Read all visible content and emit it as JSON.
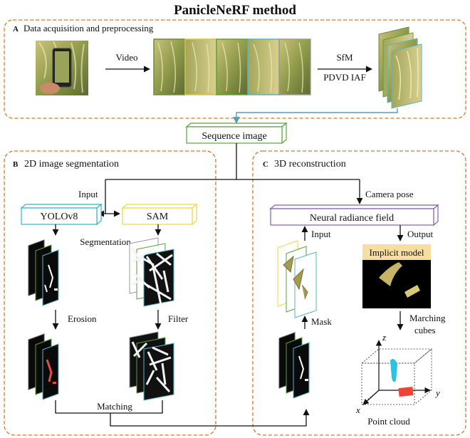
{
  "title": "PanicleNeRF method",
  "panels": {
    "a": {
      "letter": "A",
      "title": "Data acquisition and preprocessing"
    },
    "b": {
      "letter": "B",
      "title": "2D image segmentation"
    },
    "c": {
      "letter": "C",
      "title": "3D reconstruction"
    }
  },
  "labels": {
    "video": "Video",
    "sfm": "SfM",
    "pdvd_iaf": "PDVD IAF",
    "sequence_image": "Sequence image",
    "input_b": "Input",
    "camera_pose": "Camera  pose",
    "yolo": "YOLOv8",
    "sam": "SAM",
    "segmentation": "Segmentation",
    "erosion": "Erosion",
    "filter": "Filter",
    "matching": "Matching",
    "nerf": "Neural radiance field",
    "input_c": "Input",
    "output": "Output",
    "implicit_model": "Implicit model",
    "mask": "Mask",
    "marching_cubes_1": "Marching",
    "marching_cubes_2": "cubes",
    "point_cloud": "Point cloud",
    "axis_z": "z",
    "axis_y": "y",
    "axis_x": "x"
  },
  "colors": {
    "dashed_border": "#d9772e",
    "sequence_box": "#5aa33c",
    "yolo_box": "#35b3c6",
    "sam_box": "#f0d64a",
    "nerf_box": "#8a5ab4",
    "arrow_teal": "#5a9bb5",
    "implicit_bg": "#f7dea0",
    "mask_red": "#e0503c",
    "point_cyan": "#2bc3e0",
    "point_red": "#ee4433"
  }
}
